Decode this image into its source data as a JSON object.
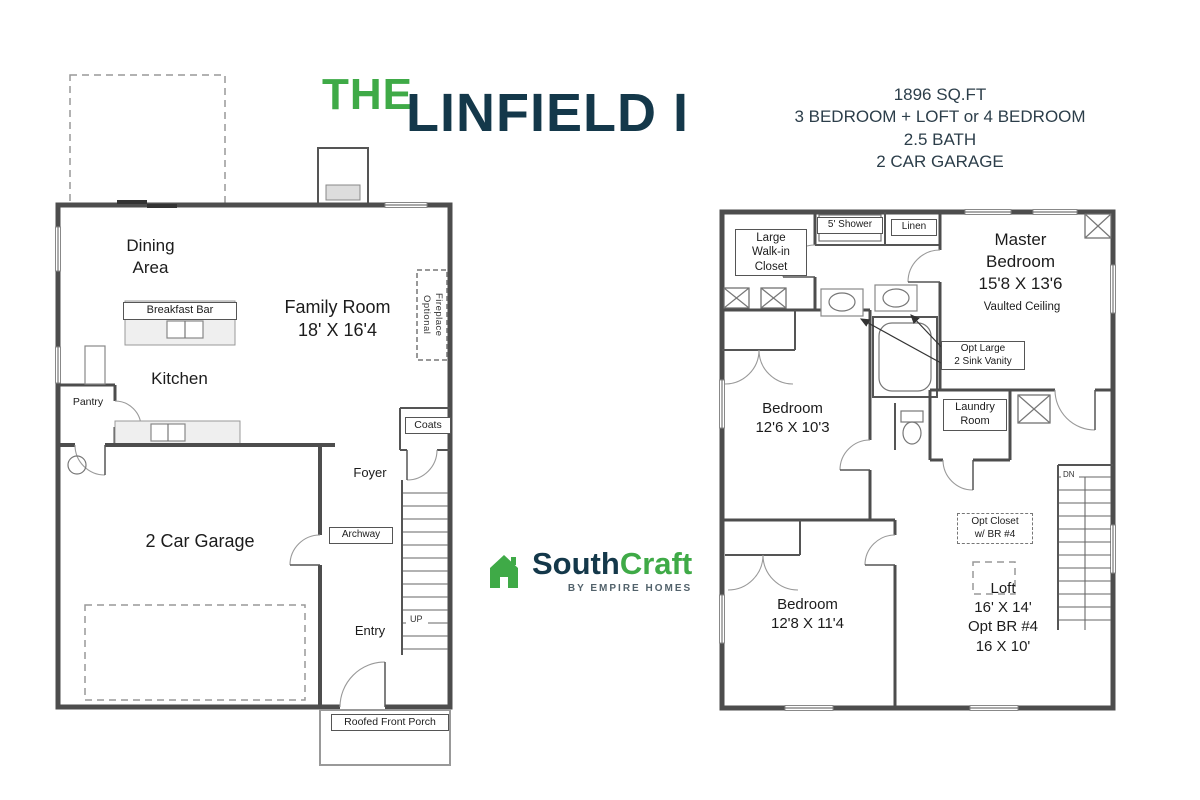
{
  "title": {
    "the": "THE",
    "name": "LINFIELD I"
  },
  "specs": {
    "line1": "1896 SQ.FT",
    "line2": "3 BEDROOM + LOFT or 4 BEDROOM",
    "line3": "2.5 BATH",
    "line4": "2 CAR GARAGE"
  },
  "logo": {
    "south": "South",
    "craft": "Craft",
    "tagline": "BY EMPIRE HOMES"
  },
  "floor1": {
    "dining_area": "Dining\nArea",
    "breakfast_bar": "Breakfast Bar",
    "family_room": "Family Room\n18' X 16'4",
    "kitchen": "Kitchen",
    "pantry": "Pantry",
    "optional_fireplace": "Optional\nFireplace",
    "coats": "Coats",
    "foyer": "Foyer",
    "archway": "Archway",
    "garage": "2 Car Garage",
    "entry": "Entry",
    "up": "UP",
    "porch": "Roofed Front Porch"
  },
  "floor2": {
    "walkin_closet": "Large\nWalk-in\nCloset",
    "shower": "5' Shower",
    "linen": "Linen",
    "master_bedroom": "Master\nBedroom\n15'8 X 13'6",
    "vaulted_ceiling": "Vaulted Ceiling",
    "vanity_note": "Opt Large\n2 Sink Vanity",
    "bedroom_a": "Bedroom\n12'6 X 10'3",
    "laundry": "Laundry\nRoom",
    "opt_closet": "Opt Closet\nw/ BR #4",
    "bedroom_b": "Bedroom\n12'8 X 11'4",
    "loft": "Loft\n16' X 14'\nOpt BR #4\n16 X 10'",
    "dn": "DN"
  },
  "colors": {
    "green": "#3faa47",
    "navy": "#14384a",
    "wall": "#4d4d4d"
  }
}
